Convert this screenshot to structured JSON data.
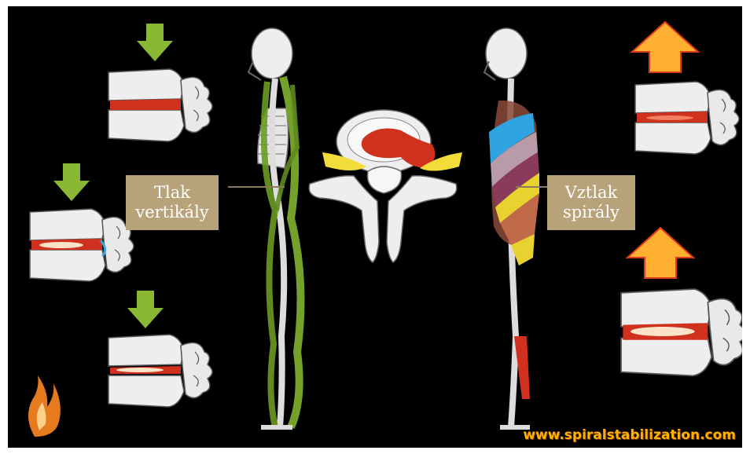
{
  "labels": {
    "left_line1": "Tlak",
    "left_line2": "vertikály",
    "right_line1": "Vztlak",
    "right_line2": "spirály"
  },
  "footer": {
    "url": "www.spiralstabilization.com"
  },
  "colors": {
    "background": "#000000",
    "label_box": "#b7a27a",
    "down_arrow": "#8ab734",
    "up_arrow": "#ffb030",
    "up_arrow_outline": "#e03a1a",
    "disc": "#d0301e",
    "vertical_muscles": "#7fb32e",
    "url_text": "#ffb000"
  },
  "icons": [
    "down-arrow-icon",
    "up-arrow-icon",
    "logo-flame-icon"
  ]
}
